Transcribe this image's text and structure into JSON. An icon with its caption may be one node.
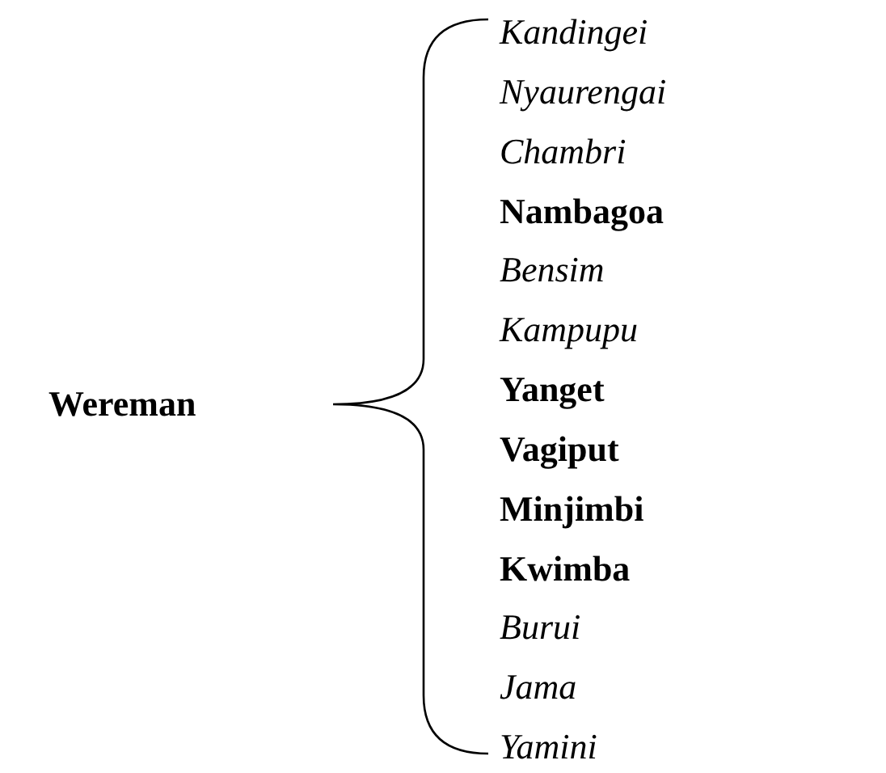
{
  "diagram": {
    "labels": [
      "Wereman",
      "Kandingei",
      "Nyaurengai",
      "Chambri",
      "Nambagoa",
      "Bensim",
      "Kampupu",
      "Yanget",
      "Vagiput",
      "Minjimbi",
      "Kwimba",
      "Burui",
      "Jama",
      "Yamini"
    ]
  }
}
